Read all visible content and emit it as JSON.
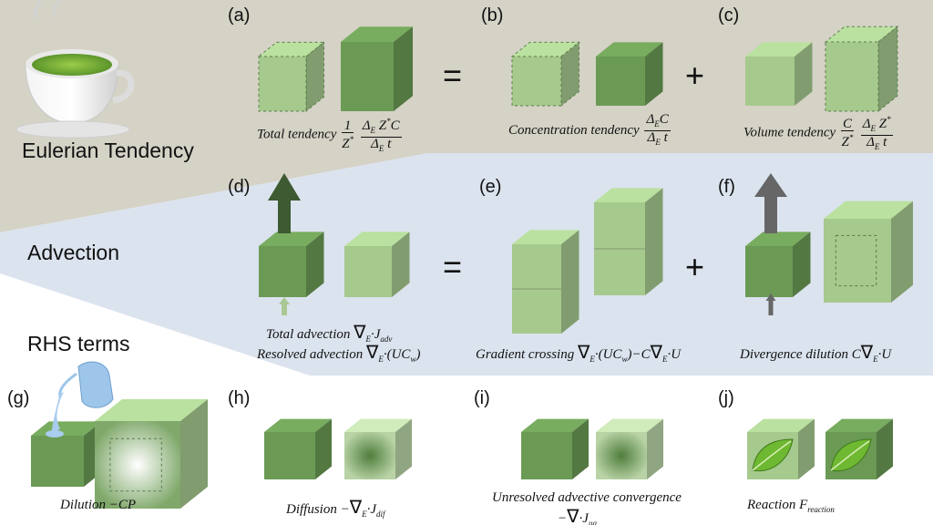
{
  "sections": {
    "eulerian": "Eulerian Tendency",
    "advection": "Advection",
    "rhs": "RHS terms"
  },
  "panels": {
    "a": "(a)",
    "b": "(b)",
    "c": "(c)",
    "d": "(d)",
    "e": "(e)",
    "f": "(f)",
    "g": "(g)",
    "h": "(h)",
    "i": "(i)",
    "j": "(j)"
  },
  "operators": {
    "equals": "=",
    "plus": "+"
  },
  "captions": {
    "total_tendency": "Total tendency",
    "concentration_tendency": "Concentration tendency",
    "volume_tendency": "Volume tendency",
    "total_advection": "Total advection",
    "resolved_advection": "Resolved advection",
    "gradient_crossing": "Gradient crossing",
    "divergence_dilution": "Divergence dilution",
    "dilution": "Dilution",
    "diffusion": "Diffusion",
    "unresolved_line1": "Unresolved advective convergence",
    "reaction": "Reaction"
  },
  "colors": {
    "top_band": "#d6d3c8",
    "mid_band": "#dbe3ef",
    "cube_dark": "#6b9a55",
    "cube_light": "#a6c98e",
    "arrow_dark": "#3d5a32",
    "arrow_gray": "#666666"
  },
  "icons": [
    "tea-cup-icon",
    "water-jug-icon",
    "leaf-icon"
  ]
}
